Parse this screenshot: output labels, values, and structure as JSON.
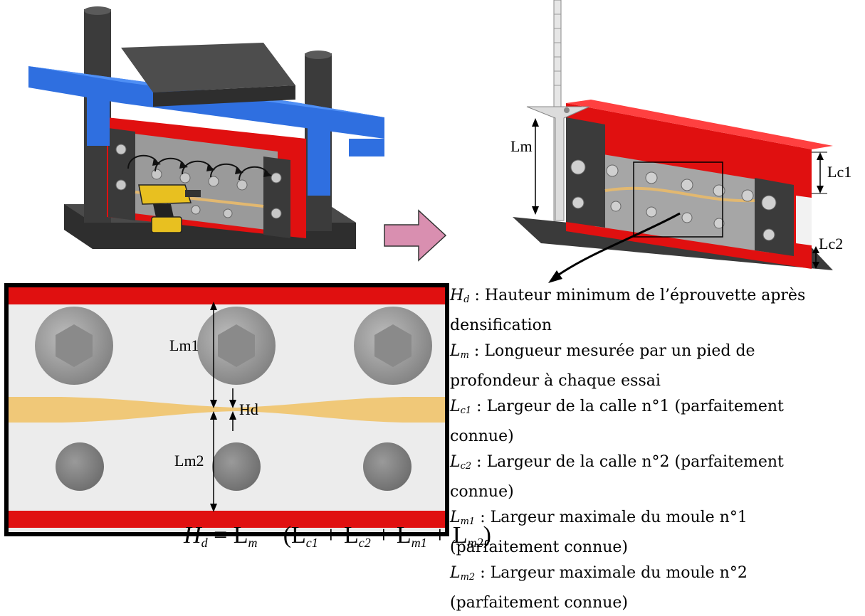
{
  "labels": {
    "lm": "Lm",
    "lc1": "Lc1",
    "lc2": "Lc2",
    "lm1": "Lm1",
    "lm2": "Lm2",
    "hd": "Hd"
  },
  "legend": [
    {
      "sym": "H",
      "sub": "d",
      "text": " : Hauteur minimum de l’éprouvette après",
      "cont": "densification"
    },
    {
      "sym": "L",
      "sub": "m",
      "text": " : Longueur mesurée par un pied de",
      "cont": "profondeur à chaque essai"
    },
    {
      "sym": "L",
      "sub": "c1",
      "text": " : Largeur de la calle n°1 (parfaitement",
      "cont": "connue)"
    },
    {
      "sym": "L",
      "sub": "c2",
      "text": " : Largeur de la calle n°2 (parfaitement",
      "cont": "connue)"
    },
    {
      "sym": "L",
      "sub": "m1",
      "text": " : Largeur maximale du moule n°1",
      "cont": "(parfaitement connue)"
    },
    {
      "sym": "L",
      "sub": "m2",
      "text": " : Largeur maximale du moule n°2",
      "cont": "(parfaitement connue)"
    }
  ],
  "formula": {
    "lhs": "H",
    "lhs_sub": "d",
    "eq": " = L",
    "lm_sub": "m",
    "minus": " − (L",
    "c1": "c1",
    "plus1": " + L",
    "c2": "c2",
    "plus2": " + L",
    "m1": "m1",
    "plus3": " + L",
    "m2": "m2",
    "close": ")"
  },
  "colors": {
    "frame_blue": "#2f6fe0",
    "press_dark": "#3a3a3a",
    "mold_red": "#e01010",
    "specimen": "#f0c878",
    "arrow_fill": "#d98fb0"
  }
}
